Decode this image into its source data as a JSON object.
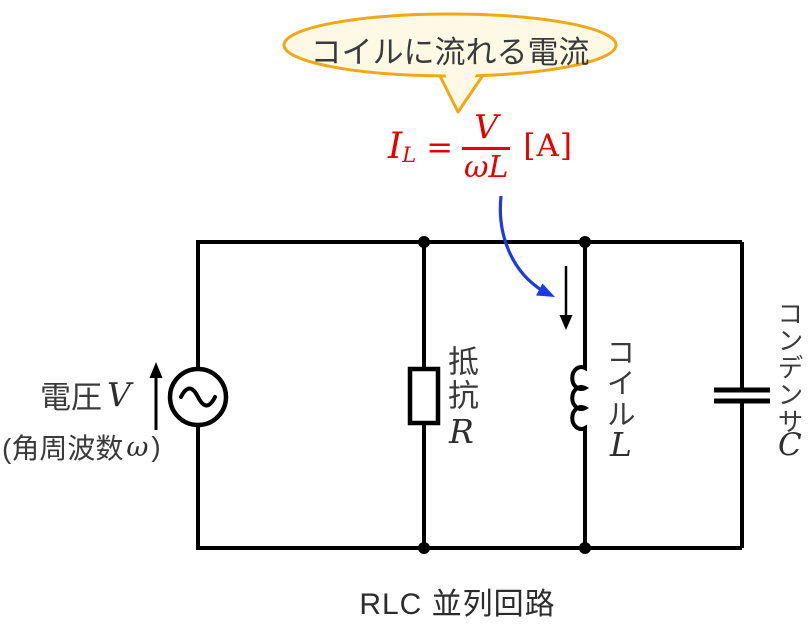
{
  "callout": {
    "text": "コイルに流れる電流"
  },
  "formula": {
    "variable": "I",
    "subscript": "L",
    "equals": "=",
    "numerator": "V",
    "denominator": "ωL",
    "unit": "[A]"
  },
  "labels": {
    "voltage": {
      "kanji": "電圧",
      "symbol": "V"
    },
    "angular_frequency": {
      "prefix": "(角周波数",
      "symbol": "ω",
      "suffix": ")"
    },
    "resistor": {
      "name": "抵抗",
      "symbol": "R"
    },
    "coil": {
      "name": "コイル",
      "symbol": "L"
    },
    "capacitor": {
      "name": "コンデンサ",
      "symbol": "C"
    }
  },
  "title": {
    "text": "RLC 並列回路"
  },
  "colors": {
    "formula_red": "#e60000",
    "bubble_border": "#f0a818",
    "bubble_fill": "#fdf9e4",
    "pointer_blue": "#1b3be0",
    "wire_black": "#000000",
    "text_dark": "#3a3a3a"
  }
}
